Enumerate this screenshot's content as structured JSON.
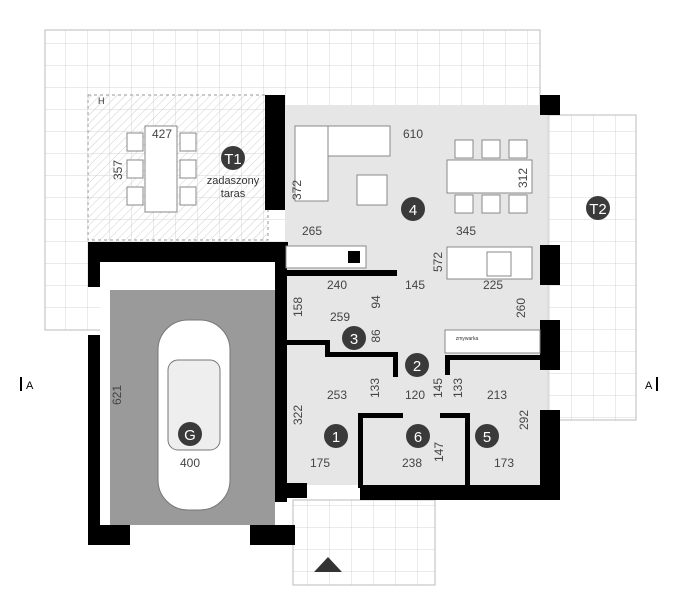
{
  "rooms": {
    "t1": {
      "id": "T1",
      "name_line1": "zadaszony",
      "name_line2": "taras"
    },
    "t2": {
      "id": "T2"
    },
    "r4": {
      "id": "4"
    },
    "r3": {
      "id": "3"
    },
    "r2": {
      "id": "2"
    },
    "r1": {
      "id": "1"
    },
    "r6": {
      "id": "6"
    },
    "r5": {
      "id": "5"
    },
    "g": {
      "id": "G"
    }
  },
  "dims": {
    "d427": "427",
    "d357": "357",
    "d610": "610",
    "d372": "372",
    "d312": "312",
    "d265": "265",
    "d345": "345",
    "d572": "572",
    "d240": "240",
    "d145a": "145",
    "d225": "225",
    "d260": "260",
    "d158": "158",
    "d94": "94",
    "d259": "259",
    "d86": "86",
    "d253": "253",
    "d133a": "133",
    "d120": "120",
    "d145b": "145",
    "d133b": "133",
    "d213": "213",
    "d322": "322",
    "d292": "292",
    "d147": "147",
    "d175": "175",
    "d238": "238",
    "d173": "173",
    "d400": "400",
    "d621": "621"
  },
  "labels": {
    "dishwasher": "zmywarka",
    "section_left": "A",
    "section_right": "A",
    "height_mark": "H"
  },
  "colors": {
    "wall": "#000000",
    "room_label": "#3a3a3a",
    "garage": "#9a9a9a",
    "floor": "#e6e6e6"
  }
}
